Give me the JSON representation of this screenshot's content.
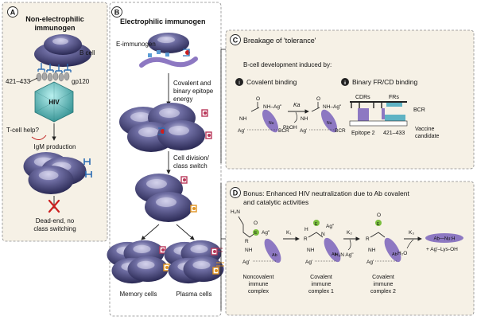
{
  "panels": {
    "a": {
      "badge": "A",
      "title_line1": "Non-electrophilic",
      "title_line2": "immunogen",
      "b_cell": "B cell",
      "epitope": "421–433",
      "gp120": "gp120",
      "hiv": "HIV",
      "tcell_help": "T-cell help?",
      "igm": "IgM production",
      "dead_end_line1": "Dead-end, no",
      "dead_end_line2": "class switching"
    },
    "b": {
      "badge": "B",
      "title": "Electrophilic immunogen",
      "e_immunogen": "E-immunogen",
      "energy_line1": "Covalent and",
      "energy_line2": "binary epitope",
      "energy_line3": "energy",
      "division_line1": "Cell division/",
      "division_line2": "class switch",
      "memory": "Memory cells",
      "plasma": "Plasma cells"
    },
    "c": {
      "badge": "C",
      "title": "Breakage of 'tolerance'",
      "subtitle": "B-cell development induced by:",
      "item1_badge": "i",
      "item1": "Covalent binding",
      "item2_badge": "ii",
      "item2": "Binary FR/CD binding",
      "cdrs": "CDRs",
      "frs": "FRs",
      "bcr": "BCR",
      "epitope2": "Epitope 2",
      "epitope_421": "421–433",
      "vaccine_line1": "Vaccine",
      "vaccine_line2": "candidate",
      "ka": "Ka",
      "phoh": "PhOH",
      "nh_ag": "NH–Ag\"",
      "nh": "NH",
      "ag": "Ag'",
      "bcr_small": "BCR",
      "o": "O",
      "nu": "Nu"
    },
    "d": {
      "badge": "D",
      "title_line1": "Bonus: Enhanced HIV neutralization due to Ab covalent",
      "title_line2": "and catalytic activities",
      "h2n": "H₂N",
      "k1": "K₁",
      "k2": "K₂",
      "k3": "K₃",
      "e1_line1": "Noncovalent",
      "e1_line2": "immune",
      "e1_line3": "complex",
      "e2_line1": "Covalent",
      "e2_line2": "immune",
      "e2_line3": "complex 1",
      "e3_line1": "Covalent",
      "e3_line2": "immune",
      "e3_line3": "complex 2",
      "released": "H₂N  Ag\"",
      "h2o": "H₂O",
      "product": "Ab—Nu:H",
      "final_product": "+ Ag'–Lys-OH",
      "ab": "Ab",
      "r": "R",
      "e": "E",
      "nh": "NH",
      "n": "N",
      "ag1": "Ag'",
      "ag2": "Ag\"",
      "o": "O",
      "h": "H"
    }
  },
  "colors": {
    "cell": "#3e3d6e",
    "cell_light": "#b9b8dc",
    "virus": "#4fb1b2",
    "receptor_blue": "#2b6cb3",
    "receptor_orange": "#e09321",
    "antibody": "#8d78c2",
    "electrophile": "#7bbf3e",
    "cross": "#cc1e1e",
    "panel_fill": "#f6f1e6"
  }
}
